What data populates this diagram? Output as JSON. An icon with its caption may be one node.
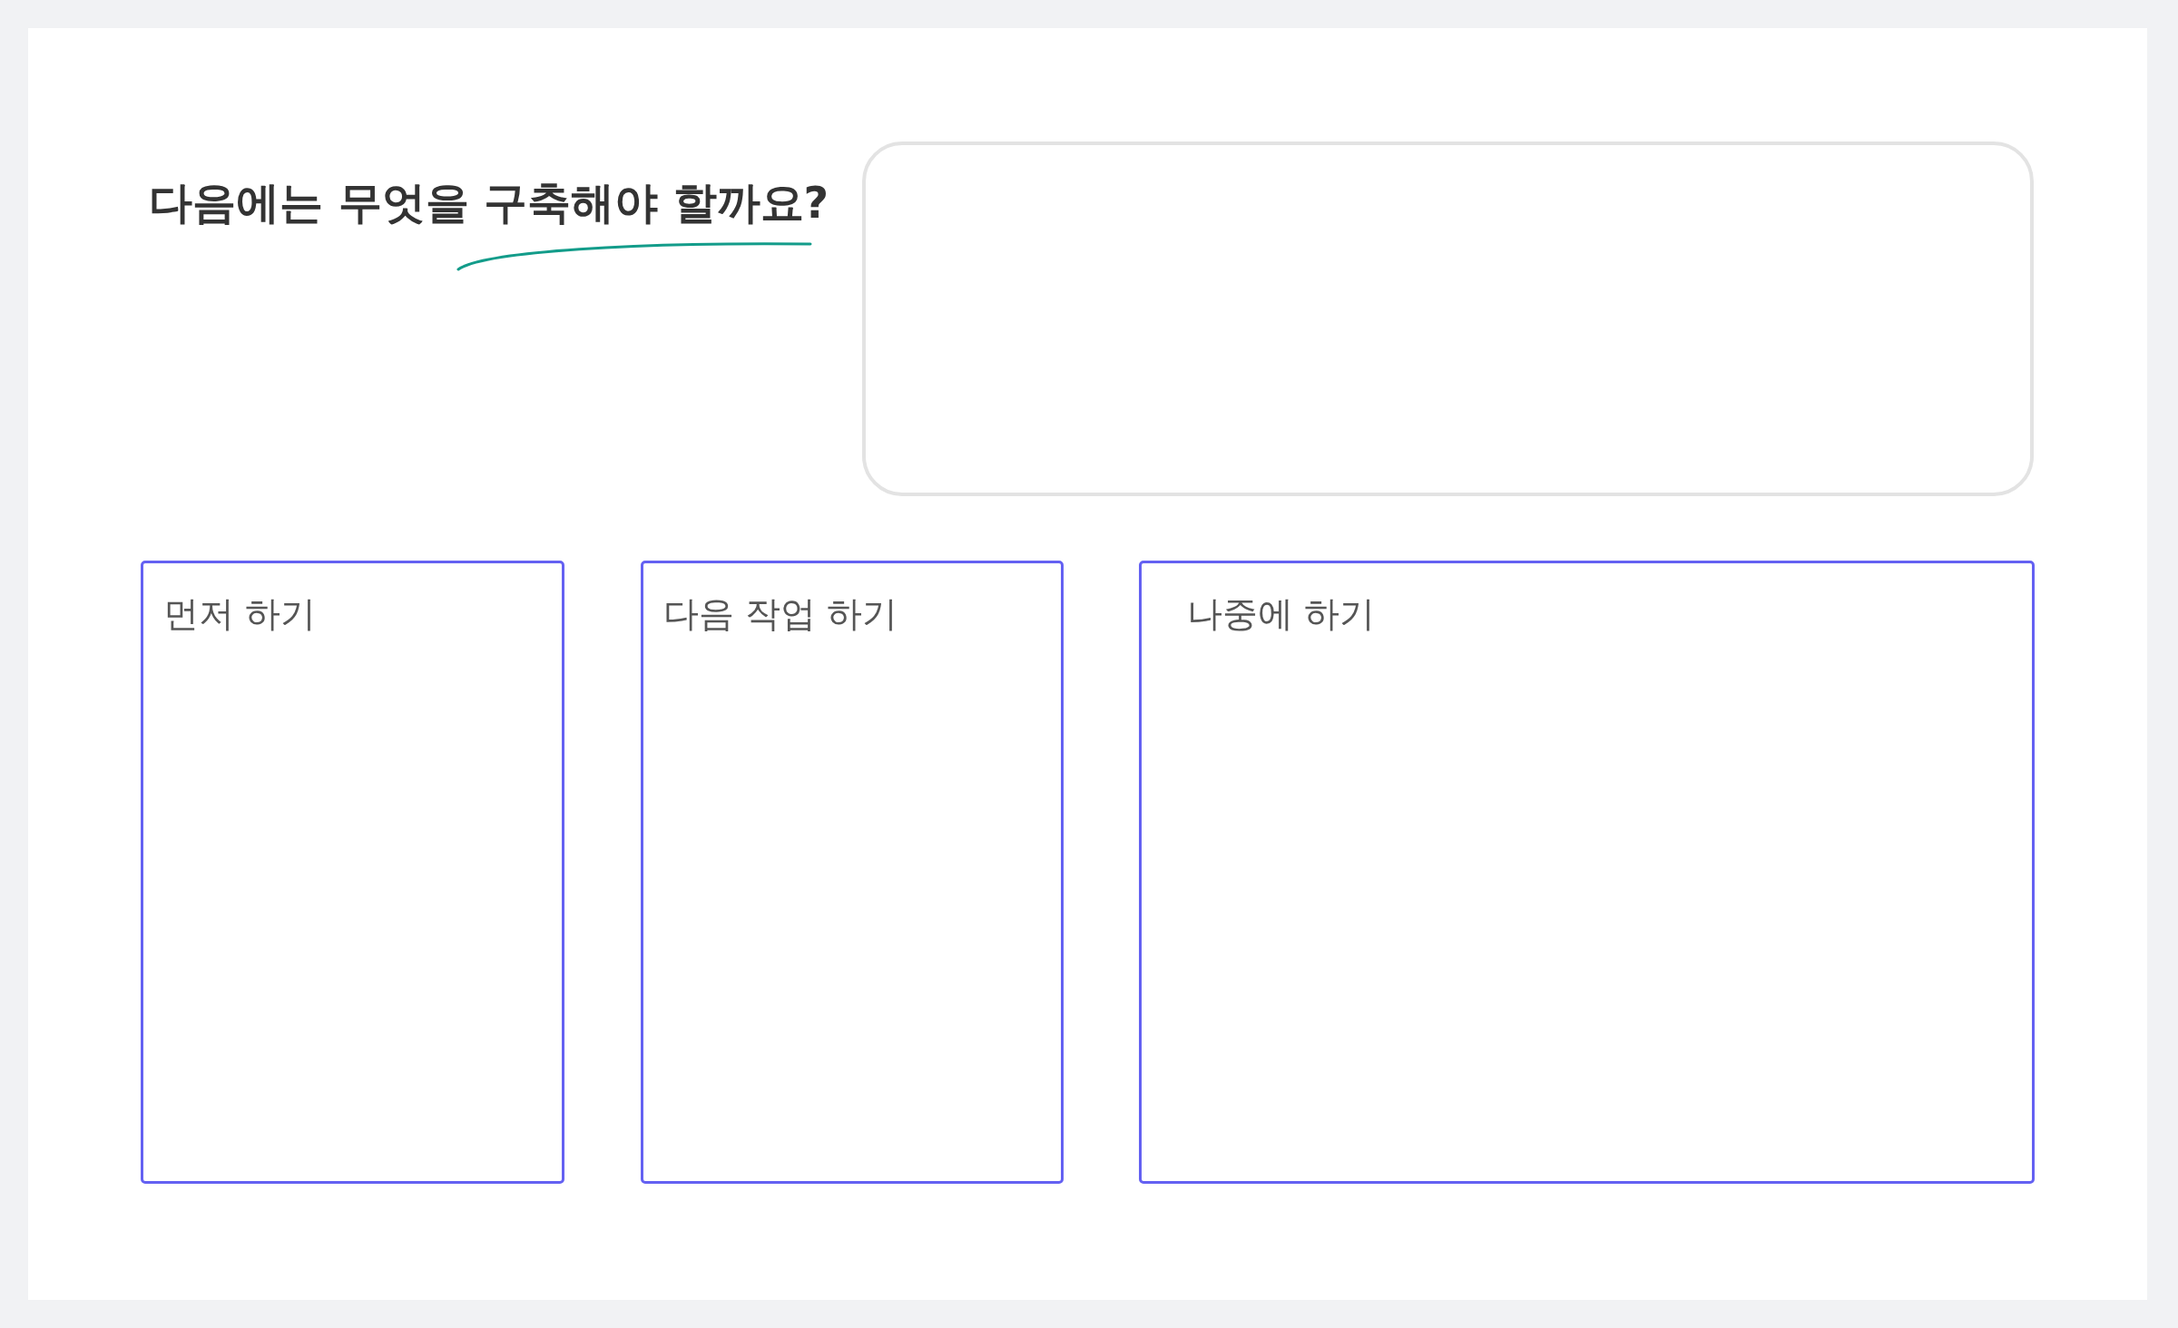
{
  "diagram": {
    "title": "다음에는 무엇을 구축해야 할까요?",
    "nodes": [
      {
        "text": [],
        "shape": "box"
      },
      {
        "text": [
          "먼저 하기"
        ]
      },
      {
        "text": [
          "다음 작업 하기"
        ]
      },
      {
        "text": [
          "나중에 하기"
        ]
      }
    ],
    "edges": []
  }
}
